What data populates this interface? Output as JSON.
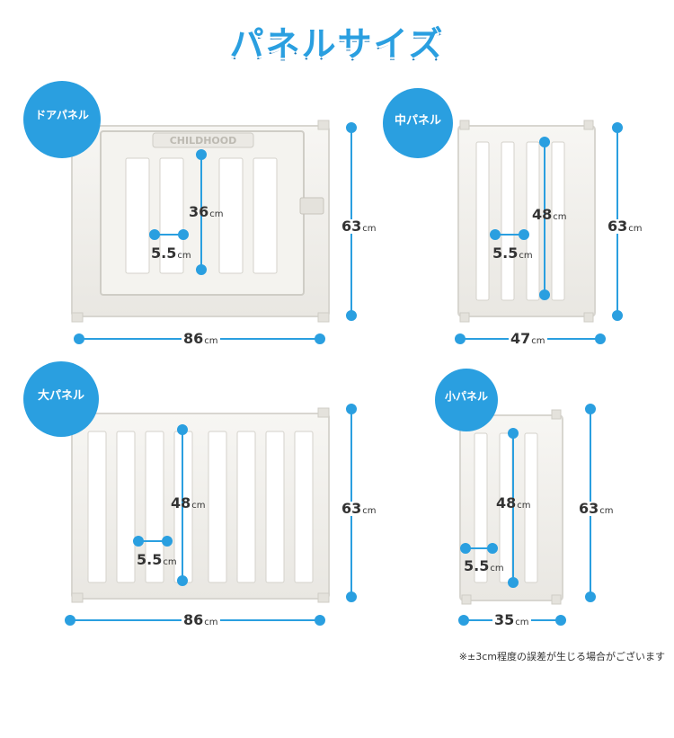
{
  "title": "パネルサイズ",
  "brand_colors": {
    "accent": "#2a9fe0",
    "panel": "#f2f1ee",
    "panel_edge": "#d8d6d0"
  },
  "panels": {
    "door": {
      "label": "ドアパネル",
      "plate_text": "CHILDHOOD",
      "width": "86",
      "height": "63",
      "bar_height": "36",
      "bar_gap": "5.5",
      "unit": "cm"
    },
    "middle": {
      "label": "中パネル",
      "width": "47",
      "height": "63",
      "bar_height": "48",
      "bar_gap": "5.5",
      "unit": "cm"
    },
    "large": {
      "label": "大パネル",
      "width": "86",
      "height": "63",
      "bar_height": "48",
      "bar_gap": "5.5",
      "unit": "cm"
    },
    "small": {
      "label": "小パネル",
      "width": "35",
      "height": "63",
      "bar_height": "48",
      "bar_gap": "5.5",
      "unit": "cm"
    }
  },
  "note": "※±3cm程度の誤差が生じる場合がございます"
}
